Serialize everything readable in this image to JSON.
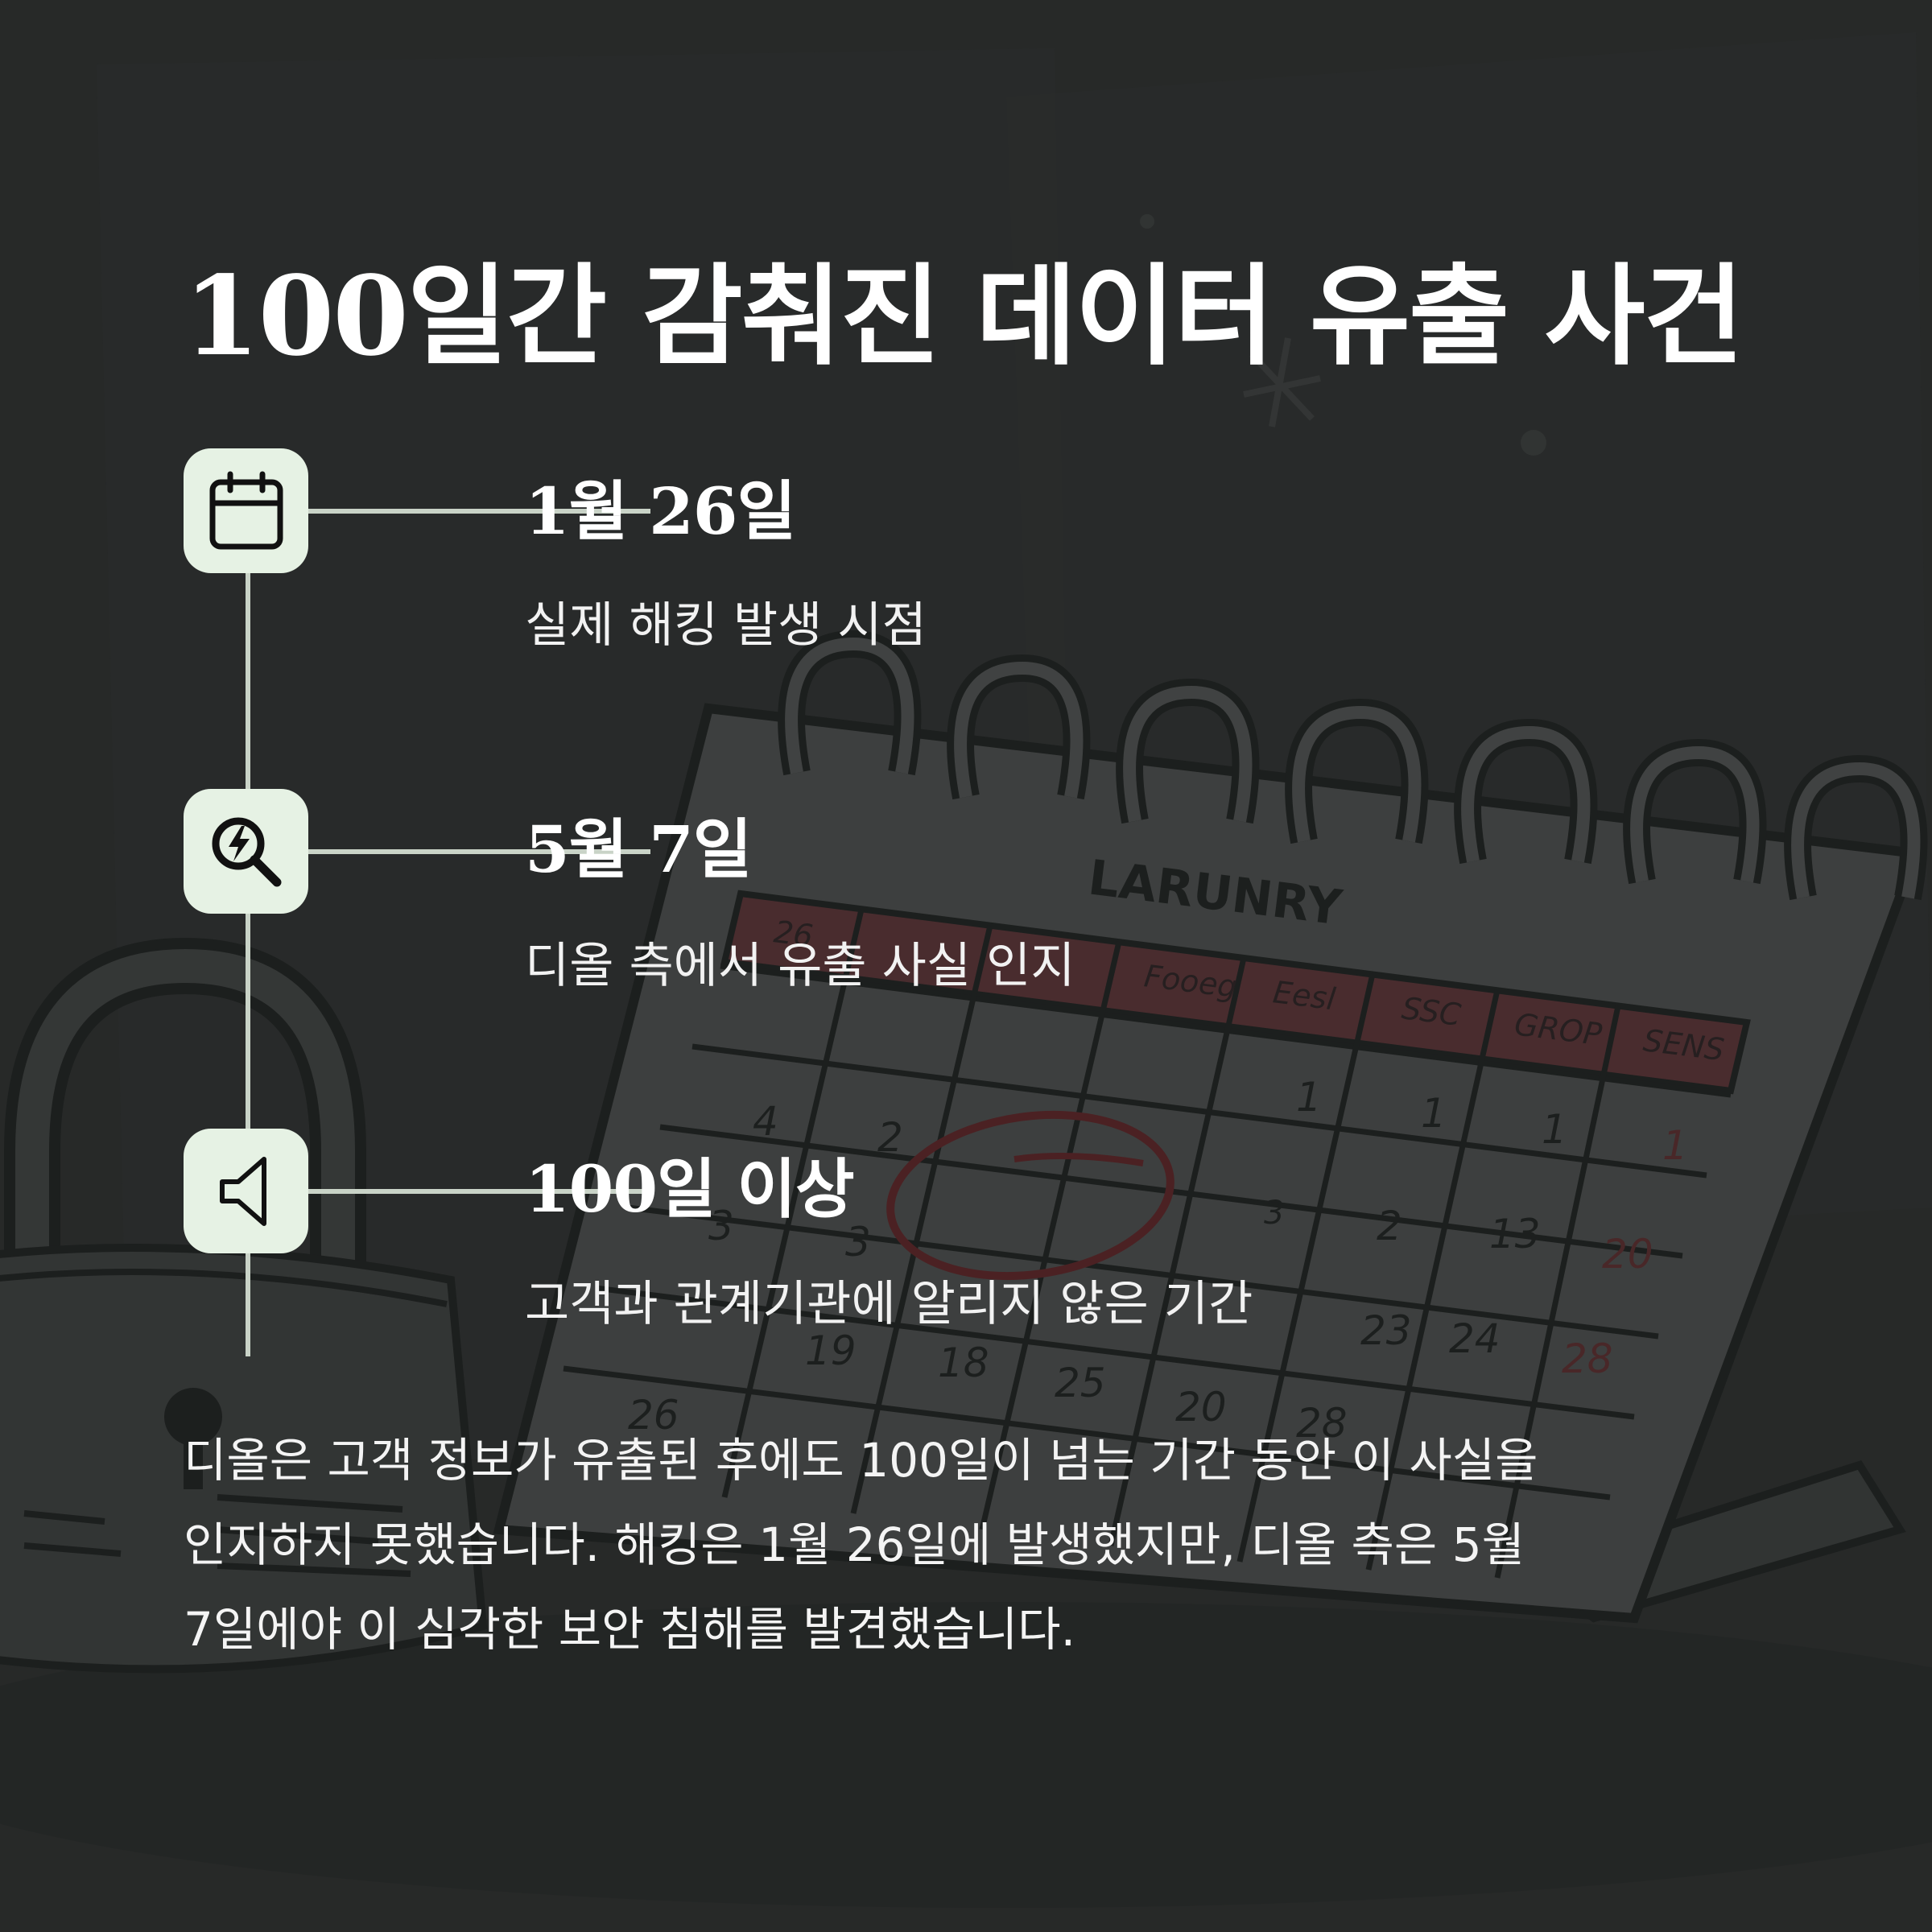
{
  "title": {
    "number": "100",
    "text": "일간 감춰진 데이터 유출 사건"
  },
  "timeline": [
    {
      "icon": "calendar-icon",
      "date": "1월 26일",
      "description": "실제 해킹 발생 시점"
    },
    {
      "icon": "search-lightning-icon",
      "date": "5월 7일",
      "description": "디올 측에서 유출 사실 인지"
    },
    {
      "icon": "speaker-icon",
      "date": "100일 이상",
      "description": "고객과 관계기관에 알리지 않은 기간"
    }
  ],
  "summary": {
    "lines": [
      "디올은 고객 정보가 유출된 후에도 100일이 넘는 기간 동안 이 사실을",
      "인지하지 못했습니다. 해킹은 1월 26일에 발생했지만, 디올 측은 5월",
      "7일에야 이 심각한 보안 침해를 발견했습니다."
    ]
  },
  "background": {
    "calendar_month": "LARUNRY",
    "weekday_headers": [
      "26",
      "Fooeg",
      "Eesl",
      "SSC",
      "GROP",
      "SENS"
    ],
    "calendar_numbers": [
      "4",
      "2",
      "1",
      "1",
      "1",
      "1",
      "3",
      "3",
      "3",
      "2",
      "13",
      "20",
      "19",
      "18",
      "25",
      "23",
      "24",
      "28",
      "26",
      "20",
      "28"
    ]
  },
  "colors": {
    "background": "#2b2d2c",
    "icon_box": "#e6f2e4",
    "line": "#c9d3c7",
    "text": "#ffffff",
    "calendar_red": "#8b2a2a"
  }
}
